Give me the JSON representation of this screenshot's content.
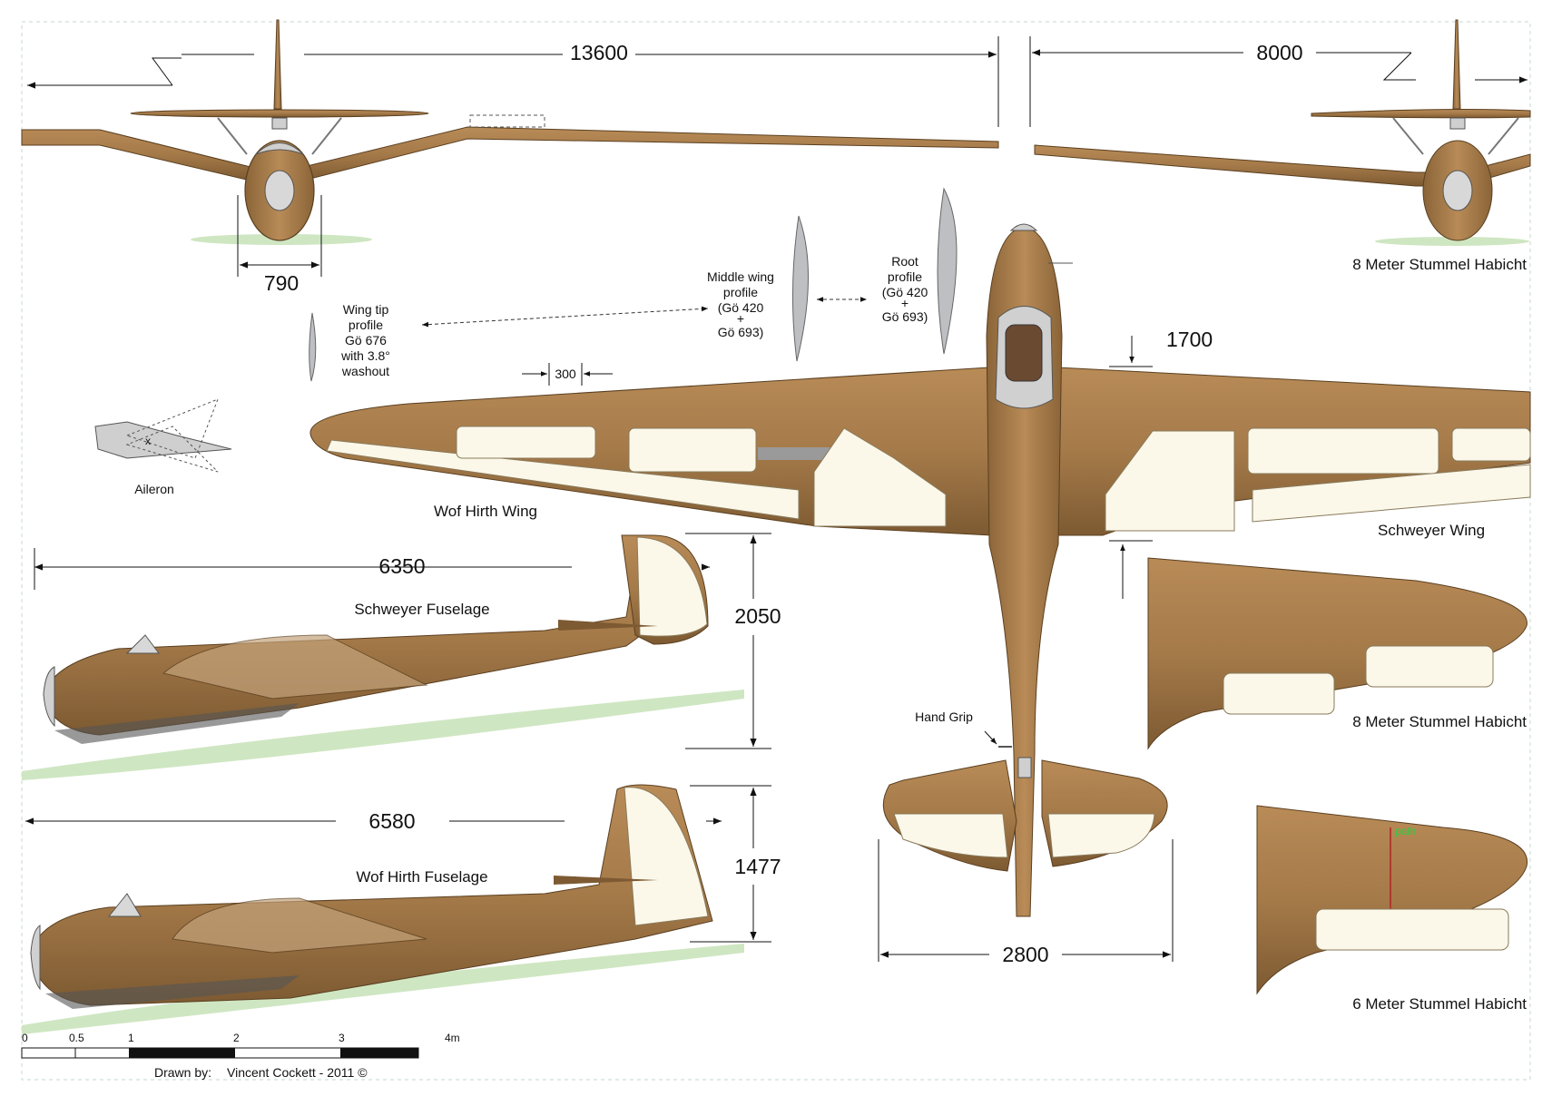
{
  "colors": {
    "skin": "#a57a49",
    "skin_dark": "#7d5a32",
    "fabric": "#fbf8ea",
    "canopy": "#c9c9c9",
    "grass": "#cfe6c2",
    "line": "#111111",
    "profile": "#bdbfc2"
  },
  "dimensions": {
    "span_13600": "13600",
    "span_8000": "8000",
    "width_790": "790",
    "chord_300": "300",
    "root_1700": "1700",
    "len_6350": "6350",
    "height_2050": "2050",
    "len_6580": "6580",
    "height_1477": "1477",
    "tail_2800": "2800"
  },
  "labels": {
    "tip_profile": [
      "Wing tip",
      "profile",
      "Gö 676",
      "with 3.8°",
      "washout"
    ],
    "middle_profile": [
      "Middle wing",
      "profile",
      "(Gö 420",
      "+",
      "Gö 693)"
    ],
    "root_profile": [
      "Root",
      "profile",
      "(Gö 420",
      "+",
      "Gö 693)"
    ],
    "aileron": "Aileron",
    "aileron_mark": "x",
    "wolf_wing": "Wof Hirth  Wing",
    "schweyer_wing": "Schweyer Wing",
    "schweyer_fuselage": "Schweyer Fuselage",
    "wolf_fuselage": "Wof Hirth Fuselage",
    "stummel_8m_front": "8 Meter Stummel Habicht",
    "stummel_8m_wing": "8 Meter Stummel Habicht",
    "stummel_6m_wing": "6  Meter Stummel Habicht",
    "hand_grip": "Hand Grip",
    "path_mark": "path"
  },
  "scale_bar": {
    "ticks": [
      "0",
      "0.5",
      "1",
      "2",
      "3",
      "4m"
    ]
  },
  "credit": {
    "drawn_by": "Drawn by:",
    "author": "Vincent Cockett - 2011 ©"
  }
}
